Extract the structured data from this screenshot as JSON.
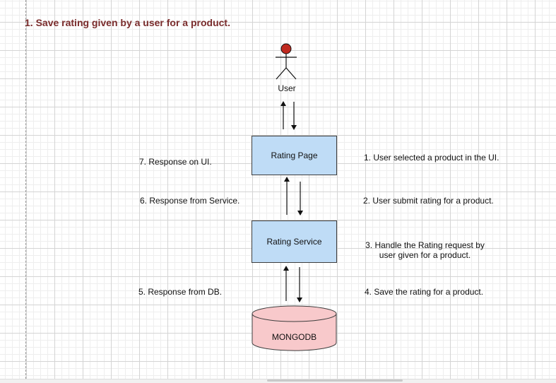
{
  "title": "1. Save rating given by a user for a product.",
  "actor": {
    "label": "User",
    "head_color": "#c0291f"
  },
  "nodes": {
    "rating_page": "Rating Page",
    "rating_service": "Rating Service",
    "database": "MONGODB"
  },
  "left_notes": {
    "n7": "7. Response on UI.",
    "n6": "6. Response from Service.",
    "n5": "5. Response from DB."
  },
  "right_notes": {
    "n1": "1. User selected a product in the UI.",
    "n2": "2. User submit rating for a product.",
    "n3_line1": "3. Handle the Rating request by",
    "n3_line2": "user given for a product.",
    "n4": "4. Save the rating for a product."
  },
  "colors": {
    "title": "#7a2c2c",
    "process_fill": "#bfdcf6",
    "database_fill": "#f8c9cb",
    "grid": "#d4d4d4"
  }
}
